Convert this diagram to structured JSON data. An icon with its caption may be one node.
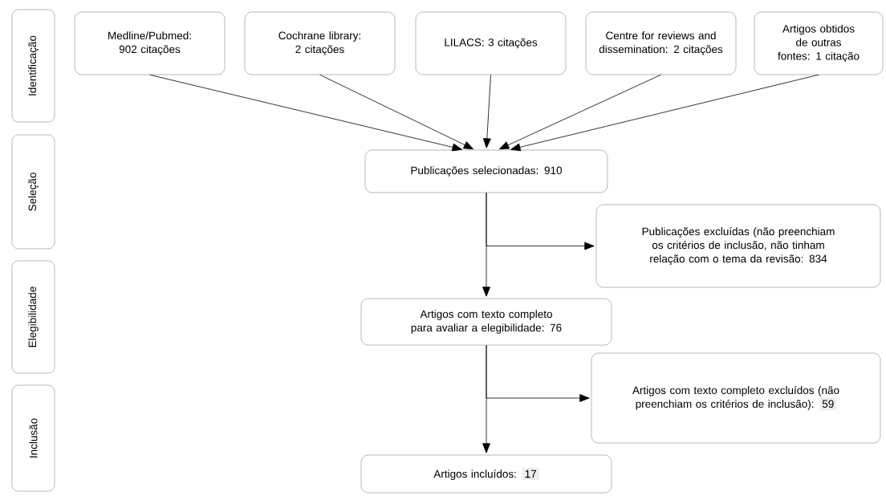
{
  "diagram": {
    "nodes": [
      {
        "text": [
          "Identificação"
        ]
      },
      {
        "text": [
          "Seleção"
        ]
      },
      {
        "text": [
          "Elegibilidade"
        ]
      },
      {
        "text": [
          "Inclusão"
        ]
      },
      {
        "text": [
          "Medline/Pubmed: 902 citações"
        ]
      },
      {
        "text": [
          "Cochrane library: 2 citações"
        ]
      },
      {
        "text": [
          "LILACS: 3 citações"
        ]
      },
      {
        "text": [
          "Centre for reviews and dissemination: 2 citações"
        ]
      },
      {
        "text": [
          "Artigos obtidos de outras fontes: 1 citação"
        ]
      },
      {
        "text": [
          "Publicações selecionadas: 910"
        ]
      },
      {
        "text": [
          "Publicações excluídas (não preenchiam os critérios de inclusão, não tinham relação com o tema da revisão: 834"
        ]
      },
      {
        "text": [
          "Artigos com texto completo para avaliar a elegibilidade: 76"
        ]
      },
      {
        "text": [
          "Artigos com texto completo excluídos (não preenchiam os critérios de inclusão):",
          "59"
        ]
      },
      {
        "text": [
          "Artigos incluídos:",
          "17"
        ]
      }
    ],
    "edges": [
      {
        "from": 4,
        "to": 9,
        "arrow": "to"
      },
      {
        "from": 5,
        "to": 9,
        "arrow": "to"
      },
      {
        "from": 6,
        "to": 9,
        "arrow": "to"
      },
      {
        "from": 7,
        "to": 9,
        "arrow": "to"
      },
      {
        "from": 8,
        "to": 9,
        "arrow": "to"
      },
      {
        "from": 9,
        "to": 11,
        "arrow": "to"
      },
      {
        "from": 9,
        "to": 10,
        "arrow": "to"
      },
      {
        "from": 11,
        "to": 13,
        "arrow": "to"
      },
      {
        "from": 11,
        "to": 12,
        "arrow": "to"
      }
    ]
  }
}
